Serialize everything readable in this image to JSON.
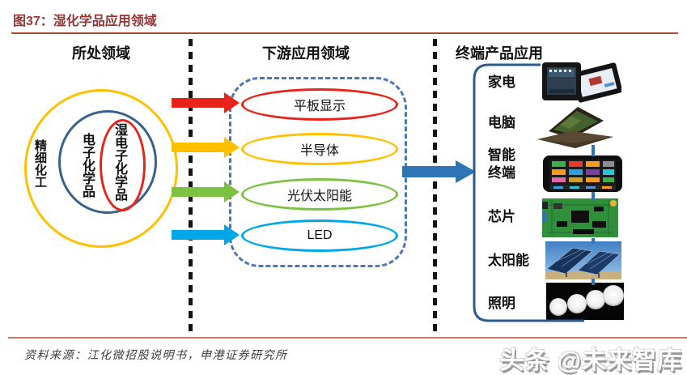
{
  "title": "图37：湿化学品应用领域",
  "source_note": "资料来源：江化微招股说明书，申港证券研究所",
  "watermark": "头条 @未来智库",
  "left_panel": {
    "header": "所处领域",
    "outer_ring_label": "精细化工",
    "middle_ring_label": "电子化学品",
    "inner_ring_label": "湿电子化学品"
  },
  "middle_panel": {
    "header": "下游应用领域",
    "items": [
      {
        "label": "平板显示",
        "color": "#E8231A"
      },
      {
        "label": "半导体",
        "color": "#FFC000"
      },
      {
        "label": "光伏太阳能",
        "color": "#7CC142"
      },
      {
        "label": "LED",
        "color": "#00A7E8"
      }
    ]
  },
  "right_panel": {
    "header": "终端产品应用",
    "items": [
      {
        "label": "家电",
        "icon": "tablet-devices-icon"
      },
      {
        "label": "电脑",
        "icon": "laptop-icon"
      },
      {
        "label": "智能终端",
        "icon": "smart-terminal-icon"
      },
      {
        "label": "芯片",
        "icon": "circuit-board-icon"
      },
      {
        "label": "太阳能",
        "icon": "solar-panel-icon"
      },
      {
        "label": "照明",
        "icon": "led-light-icon"
      }
    ]
  },
  "colors": {
    "title_red": "#943634",
    "rule_top": "#A84A32",
    "rule_bottom": "#C57A6C",
    "arrow_red": "#E8231A",
    "arrow_yellow": "#FFC000",
    "arrow_green": "#7CC142",
    "arrow_blue": "#00A7E8",
    "flow_arrow_blue": "#2E75B6",
    "bracket_blue": "#2E5B8F",
    "dashed_box_blue": "#4A78B0",
    "outer_ring_yellow": "#FFC000",
    "middle_ring_blue": "#38618C",
    "inner_ring_red": "#E8231A",
    "divider_black": "#141414"
  }
}
